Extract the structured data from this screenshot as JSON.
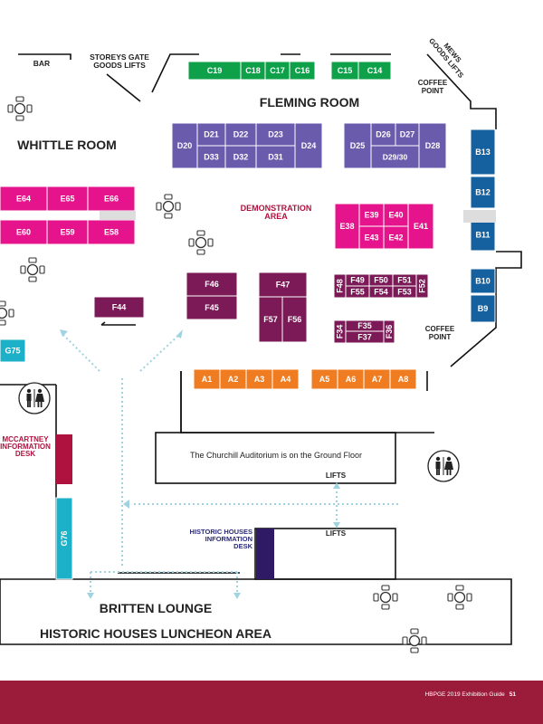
{
  "labels": {
    "bar": "BAR",
    "storeys_gate": [
      "STOREYS GATE",
      "GOODS LIFTS"
    ],
    "mews": [
      "MEWS",
      "GOODS LIFTS"
    ],
    "coffee_top": [
      "COFFEE",
      "POINT"
    ],
    "coffee_right": [
      "COFFEE",
      "POINT"
    ],
    "fleming_room": "FLEMING ROOM",
    "whittle_room": "WHITTLE ROOM",
    "demonstration": [
      "DEMONSTRATION",
      "AREA"
    ],
    "auditorium_note": "The Churchill Auditorium is on the Ground Floor",
    "lifts_1": "LIFTS",
    "lifts_2": "LIFTS",
    "mccartney": [
      "MCCARTNEY",
      "INFORMATION",
      "DESK"
    ],
    "historic_info": [
      "HISTORIC HOUSES",
      "INFORMATION",
      "DESK"
    ],
    "britten": "BRITTEN LOUNGE",
    "luncheon": "HISTORIC HOUSES LUNCHEON AREA"
  },
  "colors": {
    "green": "#0ea14a",
    "blue_purple": "#6b5bad",
    "magenta": "#e6148c",
    "plum": "#7b1a57",
    "orange": "#f07c22",
    "navy": "#15609f",
    "teal": "#1cb1c8",
    "crimson": "#b0123f",
    "dark_violet": "#2f1a66",
    "footer": "#9b1b3a",
    "dots": "#9fd3e2",
    "title": "#222222",
    "red_label": "#b0123f",
    "navy_label": "#2a2a7a"
  },
  "stands": {
    "C19": "C19",
    "C18": "C18",
    "C17": "C17",
    "C16": "C16",
    "C15": "C15",
    "C14": "C14",
    "D20": "D20",
    "D21": "D21",
    "D22": "D22",
    "D23": "D23",
    "D24": "D24",
    "D33": "D33",
    "D32": "D32",
    "D31": "D31",
    "D25": "D25",
    "D26": "D26",
    "D27": "D27",
    "D28": "D28",
    "D2930": "D29/30",
    "E64": "E64",
    "E65": "E65",
    "E66": "E66",
    "E60": "E60",
    "E59": "E59",
    "E58": "E58",
    "E38": "E38",
    "E39": "E39",
    "E40": "E40",
    "E41": "E41",
    "E43": "E43",
    "E42": "E42",
    "F46": "F46",
    "F45": "F45",
    "F47": "F47",
    "F57": "F57",
    "F56": "F56",
    "F44": "F44",
    "F48": "F48",
    "F49": "F49",
    "F50": "F50",
    "F51": "F51",
    "F52": "F52",
    "F55": "F55",
    "F54": "F54",
    "F53": "F53",
    "F34": "F34",
    "F35": "F35",
    "F36": "F36",
    "F37": "F37",
    "B13": "B13",
    "B12": "B12",
    "B11": "B11",
    "B10": "B10",
    "B9": "B9",
    "A1": "A1",
    "A2": "A2",
    "A3": "A3",
    "A4": "A4",
    "A5": "A5",
    "A6": "A6",
    "A7": "A7",
    "A8": "A8",
    "G75": "G75",
    "G76": "G76"
  },
  "icons": {
    "toilets": "toilet-icon",
    "seating": "table-chairs-icon"
  },
  "footer": {
    "guide": "HBPGE 2019 Exhibition Guide",
    "page": "51"
  }
}
